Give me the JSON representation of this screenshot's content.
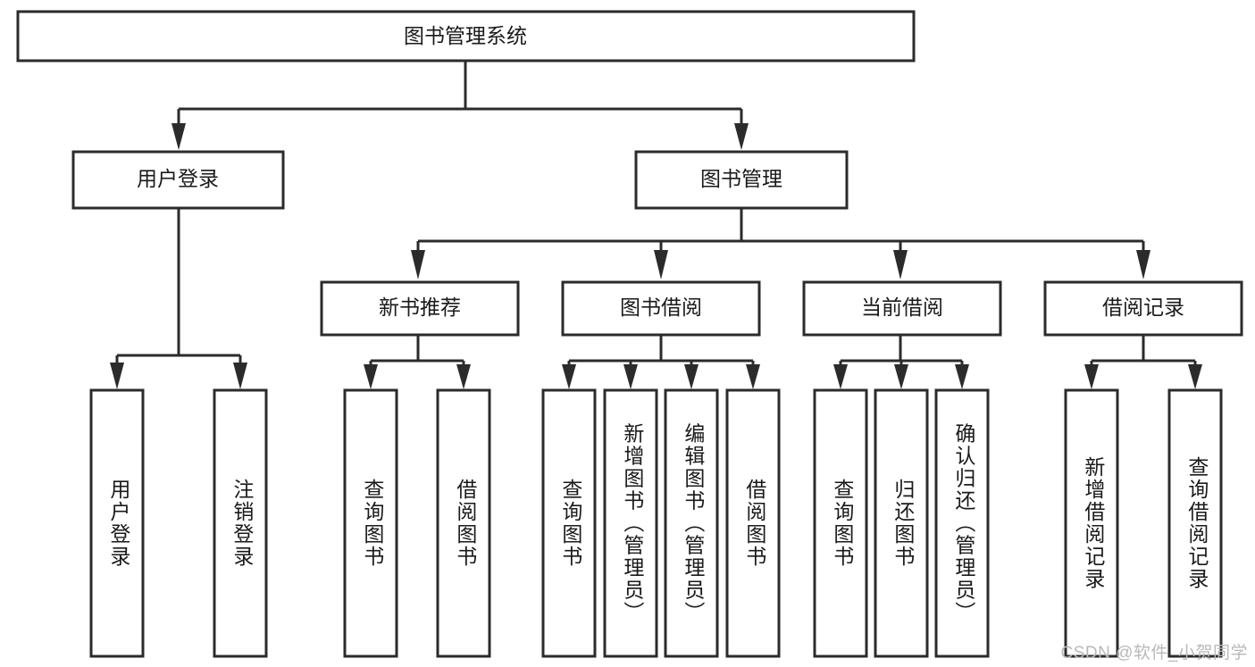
{
  "diagram": {
    "title": "图书管理系统",
    "type": "tree",
    "watermark": "CSDN @软件_小贺同学",
    "colors": {
      "stroke": "#2b2b2b",
      "fill": "#ffffff",
      "text": "#1a1a1a",
      "watermark": "#b9b9b9"
    },
    "root": {
      "label": "图书管理系统"
    },
    "level2": [
      {
        "label": "用户登录"
      },
      {
        "label": "图书管理"
      }
    ],
    "level3": [
      {
        "label": "新书推荐"
      },
      {
        "label": "图书借阅"
      },
      {
        "label": "当前借阅"
      },
      {
        "label": "借阅记录"
      }
    ],
    "leaves_user_login": [
      {
        "label": "用户登录"
      },
      {
        "label": "注销登录"
      }
    ],
    "leaves_new_book": [
      {
        "label": "查询图书"
      },
      {
        "label": "借阅图书"
      }
    ],
    "leaves_borrow": [
      {
        "label": "查询图书"
      },
      {
        "label": "新增图书（管理员）"
      },
      {
        "label": "编辑图书（管理员）"
      },
      {
        "label": "借阅图书"
      }
    ],
    "leaves_current": [
      {
        "label": "查询图书"
      },
      {
        "label": "归还图书"
      },
      {
        "label": "确认归还（管理员）"
      }
    ],
    "leaves_records": [
      {
        "label": "新增借阅记录"
      },
      {
        "label": "查询借阅记录"
      }
    ]
  }
}
